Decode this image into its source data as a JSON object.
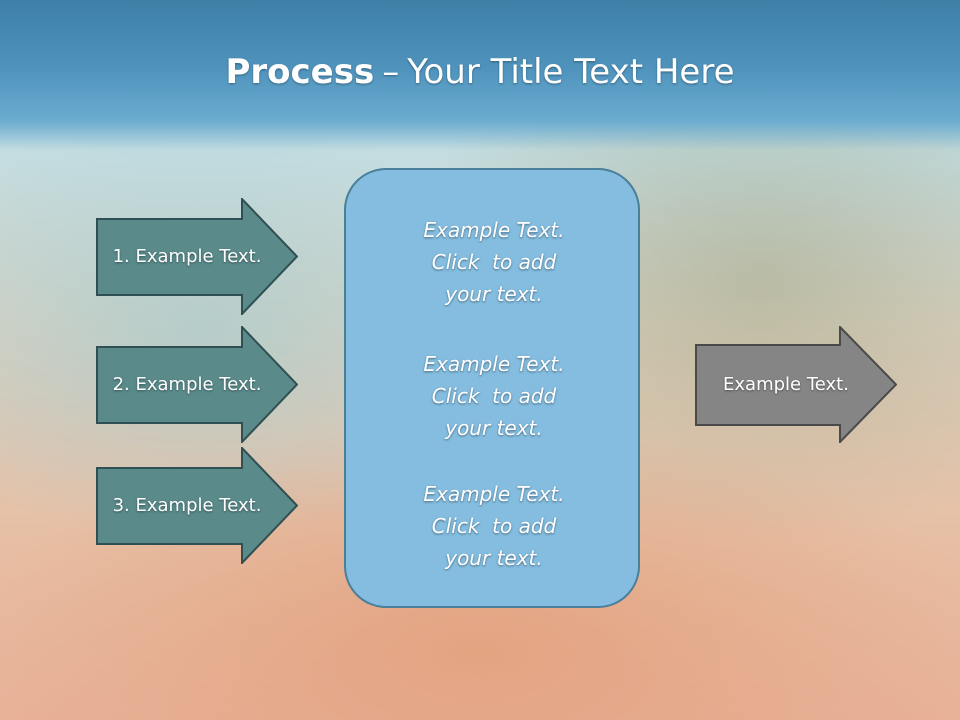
{
  "title": {
    "bold": "Process",
    "separator": "–",
    "rest": "Your Title Text Here"
  },
  "steps": [
    {
      "label": "1. Example Text."
    },
    {
      "label": "2. Example Text."
    },
    {
      "label": "3. Example Text."
    }
  ],
  "center": {
    "blocks": [
      {
        "line1": "Example Text.",
        "line2": "Click  to add",
        "line3": "your text."
      },
      {
        "line1": "Example Text.",
        "line2": "Click  to add",
        "line3": "your text."
      },
      {
        "line1": "Example Text.",
        "line2": "Click  to add",
        "line3": "your text."
      }
    ]
  },
  "output": {
    "label": "Example Text."
  },
  "colors": {
    "header": "#4f93bd",
    "step_arrow": "#5a8a8a",
    "center_box": "#84bde0",
    "output_arrow": "#858585"
  }
}
